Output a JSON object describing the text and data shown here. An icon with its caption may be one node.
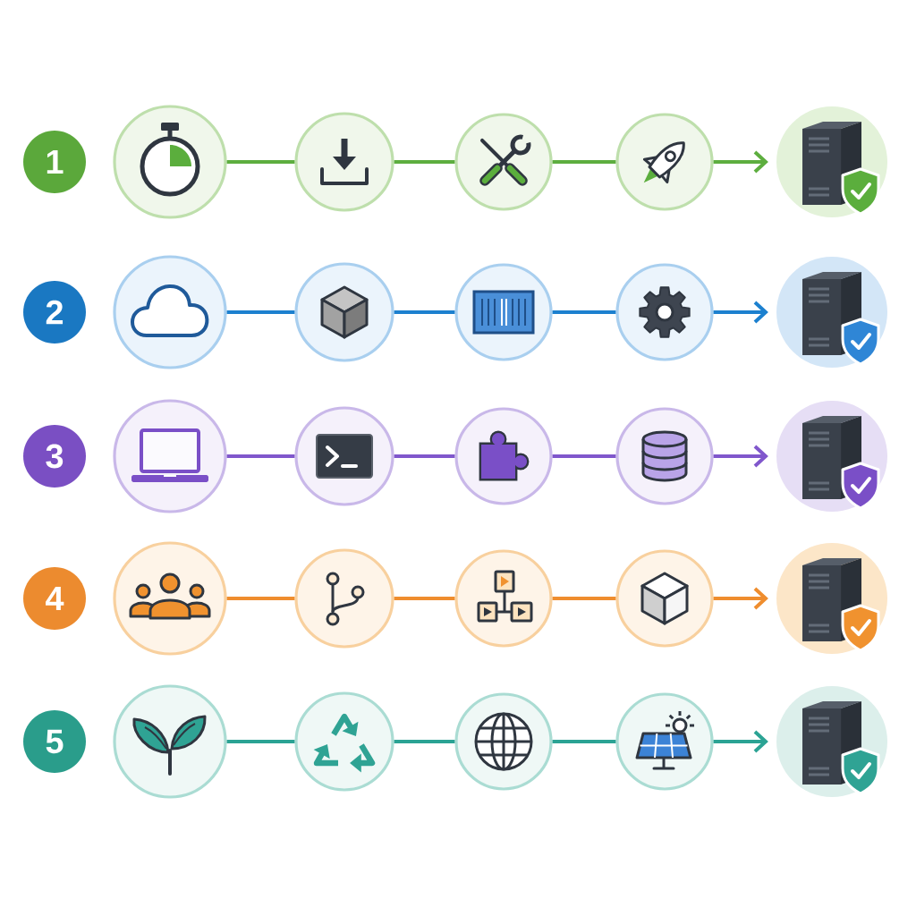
{
  "diagram": {
    "nodes": [
      {
        "text": [
          "1"
        ]
      },
      {
        "text": [],
        "shape": "circle"
      },
      {
        "text": [],
        "shape": "circle"
      },
      {
        "text": [],
        "shape": "circle"
      },
      {
        "text": [],
        "shape": "circle"
      },
      {
        "text": [],
        "shape": "circle"
      },
      {
        "text": [
          "2"
        ]
      },
      {
        "text": [],
        "shape": "circle"
      },
      {
        "text": [],
        "shape": "circle"
      },
      {
        "text": [],
        "shape": "circle"
      },
      {
        "text": [],
        "shape": "circle"
      },
      {
        "text": [],
        "shape": "circle"
      },
      {
        "text": [
          "3"
        ]
      },
      {
        "text": [],
        "shape": "circle"
      },
      {
        "text": [],
        "shape": "circle"
      },
      {
        "text": [],
        "shape": "circle"
      },
      {
        "text": [],
        "shape": "circle"
      },
      {
        "text": [],
        "shape": "circle"
      },
      {
        "text": [
          "4"
        ]
      },
      {
        "text": [],
        "shape": "circle"
      },
      {
        "text": [],
        "shape": "circle"
      },
      {
        "text": [],
        "shape": "circle"
      },
      {
        "text": [],
        "shape": "circle"
      },
      {
        "text": [],
        "shape": "circle"
      },
      {
        "text": [
          "5"
        ]
      },
      {
        "text": [],
        "shape": "circle"
      },
      {
        "text": [],
        "shape": "circle"
      },
      {
        "text": [],
        "shape": "circle"
      },
      {
        "text": [],
        "shape": "circle"
      },
      {
        "text": [],
        "shape": "circle"
      }
    ],
    "edges": [
      {
        "from": 1,
        "to": 2,
        "arrow": "none",
        "color": "#5dae3f"
      },
      {
        "from": 2,
        "to": 3,
        "arrow": "none",
        "color": "#5dae3f"
      },
      {
        "from": 3,
        "to": 4,
        "arrow": "none",
        "color": "#5dae3f"
      },
      {
        "from": 4,
        "to": 5,
        "arrow": "to",
        "color": "#5dae3f"
      },
      {
        "from": 7,
        "to": 8,
        "arrow": "none",
        "color": "#1c80cf"
      },
      {
        "from": 8,
        "to": 9,
        "arrow": "none",
        "color": "#1c80cf"
      },
      {
        "from": 9,
        "to": 10,
        "arrow": "none",
        "color": "#1c80cf"
      },
      {
        "from": 10,
        "to": 11,
        "arrow": "to",
        "color": "#1c80cf"
      },
      {
        "from": 13,
        "to": 14,
        "arrow": "none",
        "color": "#8057cc"
      },
      {
        "from": 14,
        "to": 15,
        "arrow": "none",
        "color": "#8057cc"
      },
      {
        "from": 15,
        "to": 16,
        "arrow": "none",
        "color": "#8057cc"
      },
      {
        "from": 16,
        "to": 17,
        "arrow": "to",
        "color": "#8057cc"
      },
      {
        "from": 19,
        "to": 20,
        "arrow": "none",
        "color": "#ef8d2e"
      },
      {
        "from": 20,
        "to": 21,
        "arrow": "none",
        "color": "#ef8d2e"
      },
      {
        "from": 21,
        "to": 22,
        "arrow": "none",
        "color": "#ef8d2e"
      },
      {
        "from": 22,
        "to": 23,
        "arrow": "to",
        "color": "#ef8d2e"
      },
      {
        "from": 25,
        "to": 26,
        "arrow": "none",
        "color": "#2ba394"
      },
      {
        "from": 26,
        "to": 27,
        "arrow": "none",
        "color": "#2ba394"
      },
      {
        "from": 27,
        "to": 28,
        "arrow": "none",
        "color": "#2ba394"
      },
      {
        "from": 28,
        "to": 29,
        "arrow": "to",
        "color": "#2ba394"
      }
    ]
  }
}
